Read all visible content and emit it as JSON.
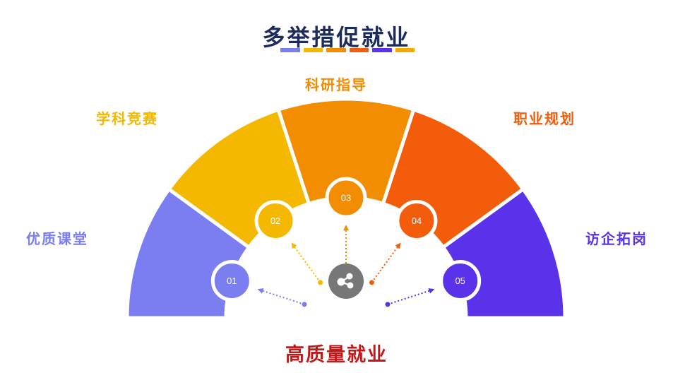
{
  "title": "多举措促就业",
  "title_bar_colors": [
    "#7a7ef0",
    "#f5b800",
    "#f28c00",
    "#f25c0a",
    "#5a32ea",
    "#f2a900"
  ],
  "footer": "高质量就业",
  "center_icon": "share-nodes-icon",
  "center_color": "#777777",
  "segments": [
    {
      "number": "01",
      "label": "优质课堂",
      "color": "#7a7ef0"
    },
    {
      "number": "02",
      "label": "学科竞赛",
      "color": "#f5b800"
    },
    {
      "number": "03",
      "label": "科研指导",
      "color": "#f28c00"
    },
    {
      "number": "04",
      "label": "职业规划",
      "color": "#f25c0a"
    },
    {
      "number": "05",
      "label": "访企拓岗",
      "color": "#5a32ea"
    }
  ]
}
